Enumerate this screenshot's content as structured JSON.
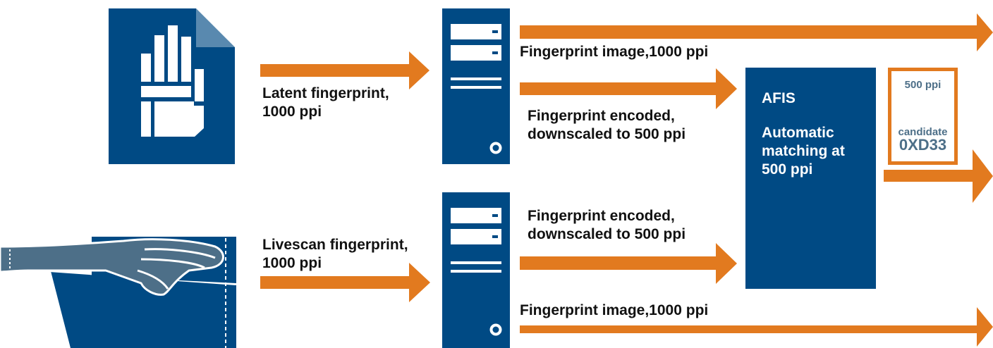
{
  "colors": {
    "navy": "#004a84",
    "orange": "#e27a1f",
    "slate": "#4d6f88",
    "text": "#111111"
  },
  "labels": {
    "latent_input": "Latent fingerprint,\n1000 ppi",
    "livescan_input": "Livescan fingerprint,\n1000 ppi",
    "top_image_output": "Fingerprint image,1000 ppi",
    "top_encoded_output": "Fingerprint encoded,\ndownscaled to 500 ppi",
    "bottom_encoded_output": "Fingerprint encoded,\ndownscaled to 500 ppi",
    "bottom_image_output": "Fingerprint image,1000 ppi"
  },
  "afis": {
    "title": "AFIS",
    "description": "Automatic\nmatching at\n500 ppi"
  },
  "candidate_card": {
    "resolution": "500 ppi",
    "label": "candidate",
    "id": "0XD33"
  },
  "icons": {
    "latent_source": "latent-fingerprint-document-icon",
    "livescan_source": "livescan-hand-scanner-icon",
    "top_server": "server-icon",
    "bottom_server": "server-icon"
  }
}
